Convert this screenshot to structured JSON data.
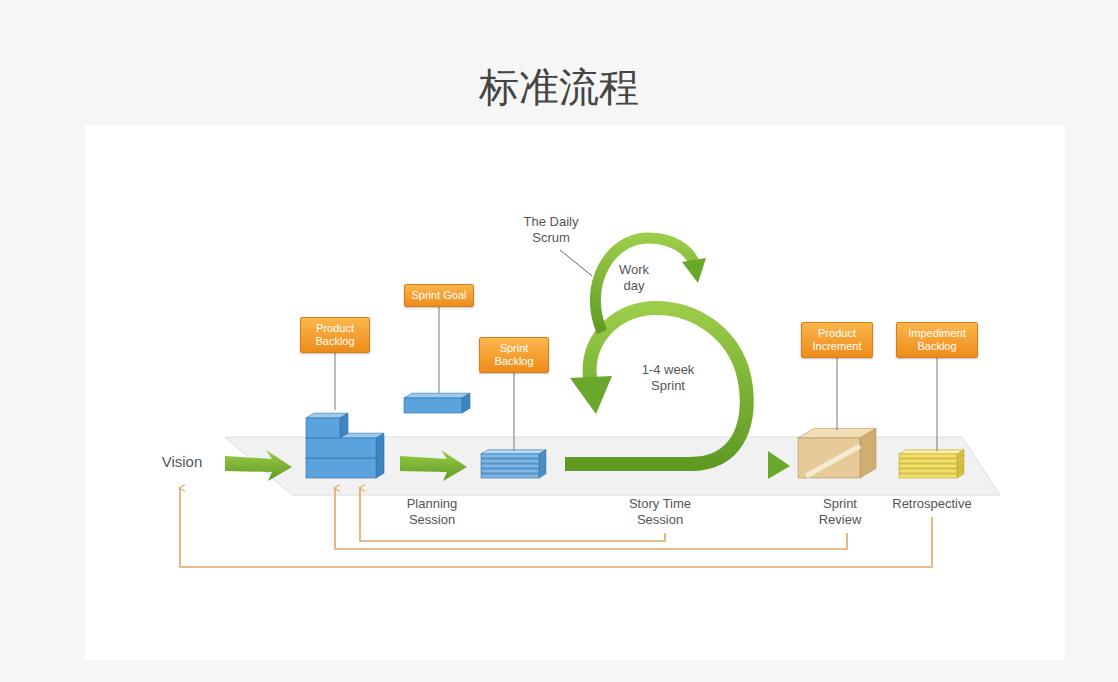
{
  "diagram": {
    "title": "标准流程",
    "nodes": [
      {
        "text": [
          "Product Backlog"
        ]
      },
      {
        "text": [
          "Sprint Goal"
        ]
      },
      {
        "text": [
          "Sprint Backlog"
        ]
      },
      {
        "text": [
          "Product Increment"
        ]
      },
      {
        "text": [
          "Impediment Backlog"
        ]
      }
    ],
    "labels": [
      "The Daily Scrum",
      "Work day",
      "1-4 week Sprint",
      "Vision",
      "Planning Session",
      "Story Time Session",
      "Sprint Review",
      "Retrospective"
    ]
  }
}
